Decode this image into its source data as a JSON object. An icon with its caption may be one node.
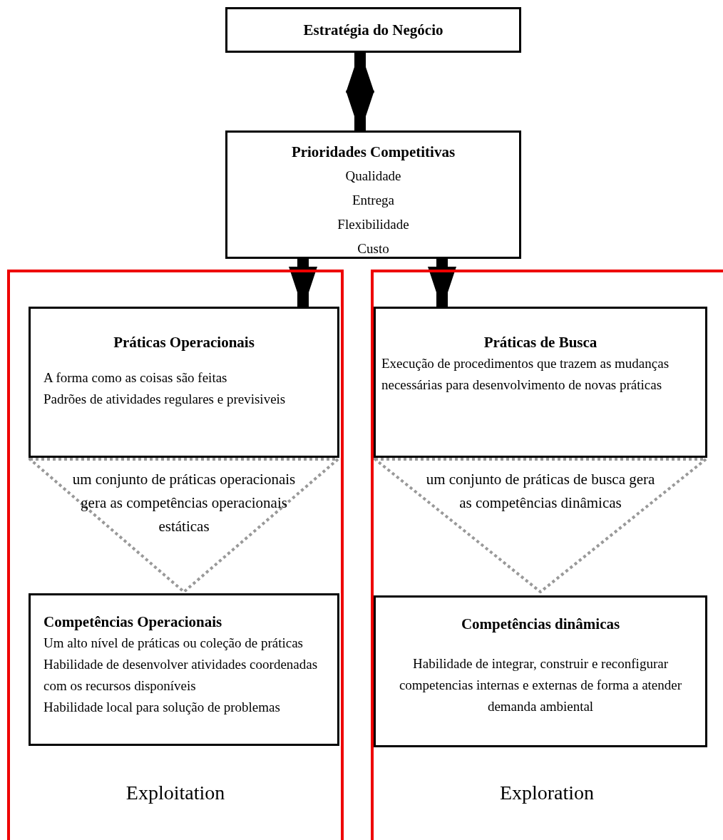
{
  "diagram": {
    "nodes": [
      {
        "text": [
          "Estratégia do Negócio"
        ]
      },
      {
        "text": [
          "Prioridades Competitivas",
          "Qualidade",
          "Entrega",
          "Flexibilidade",
          "Custo"
        ]
      },
      {
        "text": [
          "Exploitation"
        ]
      },
      {
        "text": [
          "Práticas Operacionais",
          "A forma como as coisas são feitas",
          "Padrões de atividades regulares e previsiveis"
        ],
        "in": 2
      },
      {
        "text": [
          "um conjunto de práticas operacionais gera as competências operacionais estáticas"
        ],
        "in": 2
      },
      {
        "text": [
          "Competências Operacionais",
          "Um alto nível de práticas ou coleção de práticas",
          "Habilidade de desenvolver atividades coordenadas com os recursos disponíveis",
          "Habilidade local para solução de problemas"
        ],
        "in": 2
      },
      {
        "text": [
          "Exploration"
        ]
      },
      {
        "text": [
          "Práticas de Busca",
          "Execução de procedimentos que trazem as mudanças necessárias para desenvolvimento de novas práticas"
        ],
        "in": 6
      },
      {
        "text": [
          "um conjunto de práticas de busca gera as competências dinâmicas"
        ],
        "in": 6
      },
      {
        "text": [
          "Competências dinâmicas",
          "Habilidade de integrar, construir e reconfigurar competencias internas e externas de forma a atender demanda ambiental"
        ],
        "in": 6
      }
    ],
    "edges": [
      {
        "from": 0,
        "to": 1,
        "arrow": "both"
      },
      {
        "from": 1,
        "to": 3,
        "arrow": "to"
      },
      {
        "from": 1,
        "to": 7,
        "arrow": "to"
      }
    ]
  }
}
